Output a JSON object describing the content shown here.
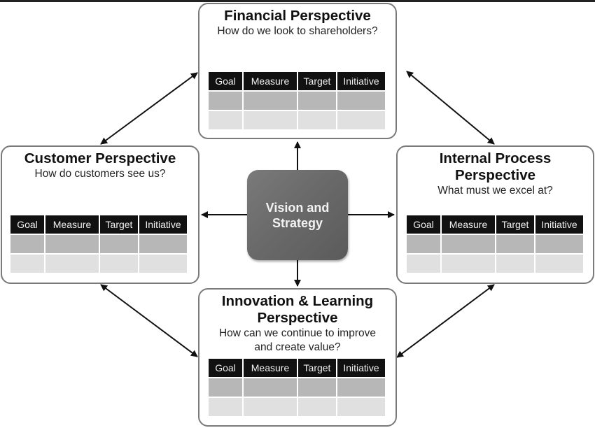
{
  "diagram": {
    "center": {
      "line1": "Vision and",
      "line2": "Strategy"
    },
    "table_columns": [
      "Goal",
      "Measure",
      "Target",
      "Initiative"
    ],
    "perspectives": {
      "financial": {
        "title_line1": "Financial Perspective",
        "title_line2": "",
        "question_line1": "How do we look to shareholders?",
        "question_line2": ""
      },
      "customer": {
        "title_line1": "Customer Perspective",
        "title_line2": "",
        "question_line1": "How do customers see us?",
        "question_line2": ""
      },
      "internal": {
        "title_line1": "Internal Process",
        "title_line2": "Perspective",
        "question_line1": "What must we excel at?",
        "question_line2": ""
      },
      "innovation": {
        "title_line1": "Innovation & Learning",
        "title_line2": "Perspective",
        "question_line1": "How can we continue to improve",
        "question_line2": "and create value?"
      }
    },
    "connections": [
      {
        "from": "vision",
        "to": "financial",
        "type": "one-way"
      },
      {
        "from": "vision",
        "to": "customer",
        "type": "one-way"
      },
      {
        "from": "vision",
        "to": "internal",
        "type": "one-way"
      },
      {
        "from": "vision",
        "to": "innovation",
        "type": "one-way"
      },
      {
        "from": "financial",
        "to": "customer",
        "type": "two-way"
      },
      {
        "from": "financial",
        "to": "internal",
        "type": "two-way"
      },
      {
        "from": "customer",
        "to": "innovation",
        "type": "two-way"
      },
      {
        "from": "internal",
        "to": "innovation",
        "type": "two-way"
      }
    ],
    "colors": {
      "header_fill": "#111111",
      "row1_fill": "#b7b7b7",
      "row2_fill": "#e0e0e0",
      "center_fill": "#6a6a6a",
      "box_border": "#7a7a7a"
    }
  }
}
